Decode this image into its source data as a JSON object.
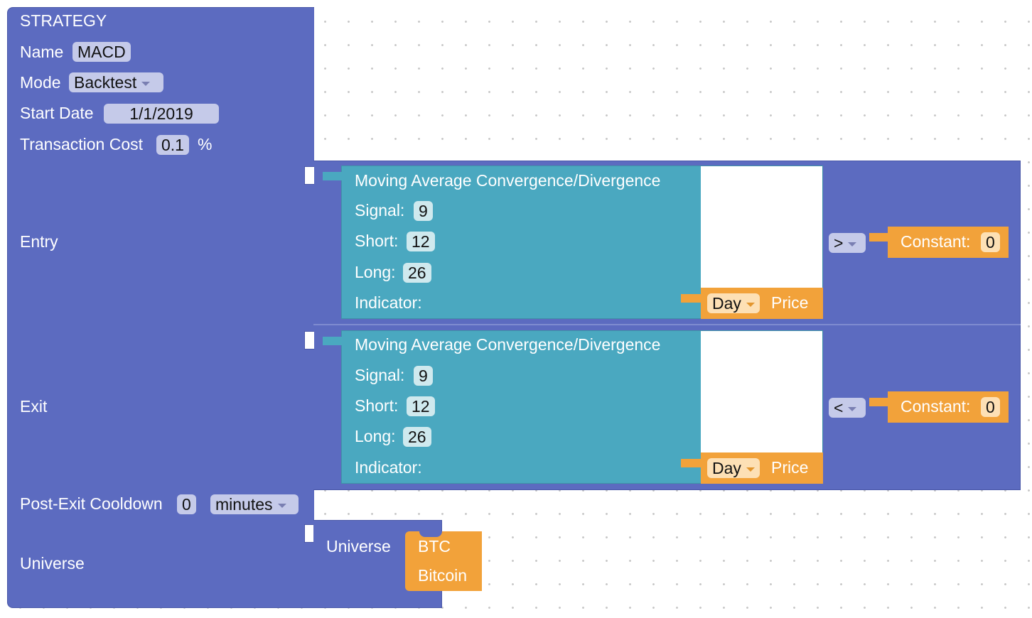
{
  "strategy": {
    "header": "STRATEGY",
    "name_label": "Name",
    "name_value": "MACD",
    "mode_label": "Mode",
    "mode_value": "Backtest",
    "start_date_label": "Start Date",
    "start_date_value": "1/1/2019",
    "transaction_cost_label": "Transaction Cost",
    "transaction_cost_value": "0.1",
    "transaction_cost_unit": "%",
    "entry_label": "Entry",
    "exit_label": "Exit",
    "cooldown_label": "Post-Exit Cooldown",
    "cooldown_value": "0",
    "cooldown_unit": "minutes",
    "universe_label": "Universe"
  },
  "entry": {
    "indicator_title": "Moving Average Convergence/Divergence",
    "signal_label": "Signal:",
    "signal_value": "9",
    "short_label": "Short:",
    "short_value": "12",
    "long_label": "Long:",
    "long_value": "26",
    "indicator_label": "Indicator:",
    "period_value": "Day",
    "price_label": "Price",
    "operator": ">",
    "constant_label": "Constant:",
    "constant_value": "0"
  },
  "exit": {
    "indicator_title": "Moving Average Convergence/Divergence",
    "signal_label": "Signal:",
    "signal_value": "9",
    "short_label": "Short:",
    "short_value": "12",
    "long_label": "Long:",
    "long_value": "26",
    "indicator_label": "Indicator:",
    "period_value": "Day",
    "price_label": "Price",
    "operator": "<",
    "constant_label": "Constant:",
    "constant_value": "0"
  },
  "universe": {
    "label": "Universe",
    "asset_symbol": "BTC",
    "asset_name": "Bitcoin"
  },
  "colors": {
    "strategy_block": "#5c6bc0",
    "indicator_block": "#4aa8c0",
    "value_block": "#f2a23a"
  }
}
